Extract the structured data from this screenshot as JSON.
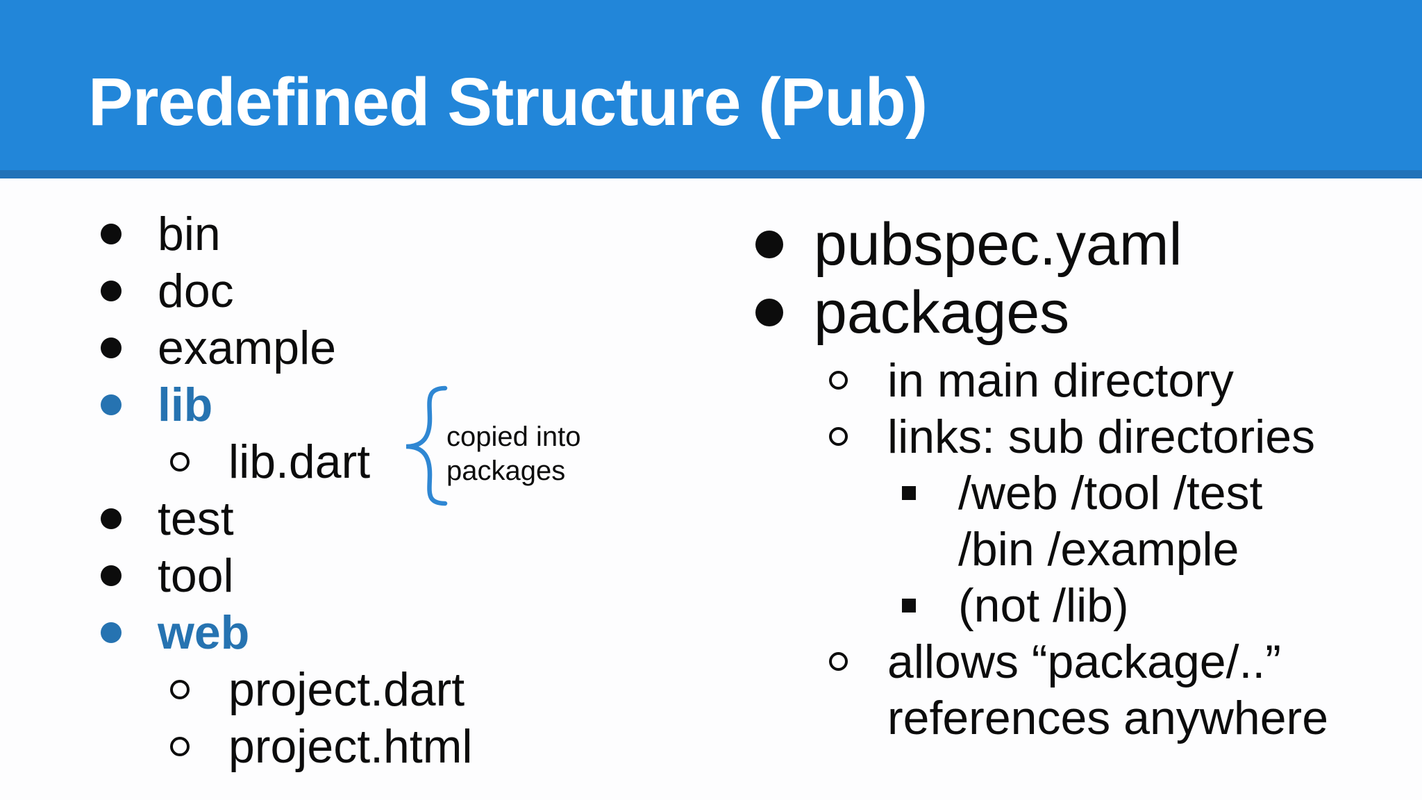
{
  "slide": {
    "title": "Predefined Structure (Pub)"
  },
  "colors": {
    "header_blue": "#2286d9",
    "header_strip_blue": "#2272b8",
    "highlight_blue": "#2673b1",
    "brace_blue": "#2f87d3",
    "text_black": "#0c0c0c",
    "background": "#fdfdfe",
    "title_white": "#ffffff"
  },
  "left_list": {
    "items": [
      {
        "label": "bin",
        "level": 0,
        "bullet": "disc",
        "highlight": false
      },
      {
        "label": "doc",
        "level": 0,
        "bullet": "disc",
        "highlight": false
      },
      {
        "label": "example",
        "level": 0,
        "bullet": "disc",
        "highlight": false
      },
      {
        "label": "lib",
        "level": 0,
        "bullet": "disc",
        "highlight": true
      },
      {
        "label": "lib.dart",
        "level": 1,
        "bullet": "circle",
        "highlight": false
      },
      {
        "label": "test",
        "level": 0,
        "bullet": "disc",
        "highlight": false
      },
      {
        "label": "tool",
        "level": 0,
        "bullet": "disc",
        "highlight": false
      },
      {
        "label": "web",
        "level": 0,
        "bullet": "disc",
        "highlight": true
      },
      {
        "label": "project.dart",
        "level": 1,
        "bullet": "circle",
        "highlight": false
      },
      {
        "label": "project.html",
        "level": 1,
        "bullet": "circle",
        "highlight": false
      }
    ]
  },
  "annotation": {
    "line1": "copied into",
    "line2": "packages"
  },
  "right_list": {
    "items": [
      {
        "label": "pubspec.yaml",
        "level": 0,
        "bullet": "disc"
      },
      {
        "label": "packages",
        "level": 0,
        "bullet": "disc"
      },
      {
        "label": "in main directory",
        "level": 1,
        "bullet": "circle",
        "first_sub": true
      },
      {
        "label": "links: sub directories",
        "level": 1,
        "bullet": "circle"
      },
      {
        "label": "/web /tool /test",
        "level": 2,
        "bullet": "square"
      },
      {
        "label": "/bin /example",
        "level": 2,
        "bullet": "none"
      },
      {
        "label": "(not /lib)",
        "level": 2,
        "bullet": "square"
      },
      {
        "label": "allows “package/..”",
        "level": 1,
        "bullet": "circle"
      },
      {
        "label": "references anywhere",
        "level": 1,
        "bullet": "none"
      }
    ]
  }
}
